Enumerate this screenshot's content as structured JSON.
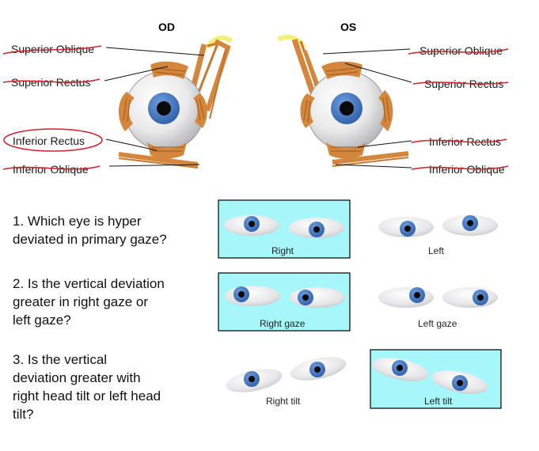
{
  "headers": {
    "od": "OD",
    "os": "OS"
  },
  "muscles": {
    "left": {
      "superior_oblique": "Superior Oblique",
      "superior_rectus": "Superior Rectus",
      "inferior_rectus": "Inferior Rectus",
      "inferior_oblique": "Inferior Oblique"
    },
    "right": {
      "superior_oblique": "Superior Oblique",
      "superior_rectus": "Superior Rectus",
      "inferior_rectus": "Inferior Rectus",
      "inferior_oblique": "Inferior Oblique"
    }
  },
  "questions": [
    {
      "text": "1.  Which eye is hyper\ndeviated in primary gaze?"
    },
    {
      "text": "2.  Is the vertical deviation\ngreater in right gaze or\nleft gaze?"
    },
    {
      "text": "3.  Is the vertical\ndeviation greater with\nright head tilt or left head\ntilt?"
    }
  ],
  "panels": {
    "q1": {
      "right_label": "Right",
      "left_label": "Left",
      "highlighted": "Right"
    },
    "q2": {
      "right_label": "Right gaze",
      "left_label": "Left gaze",
      "highlighted": "Right gaze"
    },
    "q3": {
      "right_label": "Right tilt",
      "left_label": "Left tilt",
      "highlighted": "Left tilt"
    }
  },
  "colors": {
    "highlight_fill": "#a5f7fa",
    "iris": "#3d72c0",
    "muscle": "#d4873c",
    "strike": "#d0202a",
    "tendon": "#f3ef7a"
  }
}
